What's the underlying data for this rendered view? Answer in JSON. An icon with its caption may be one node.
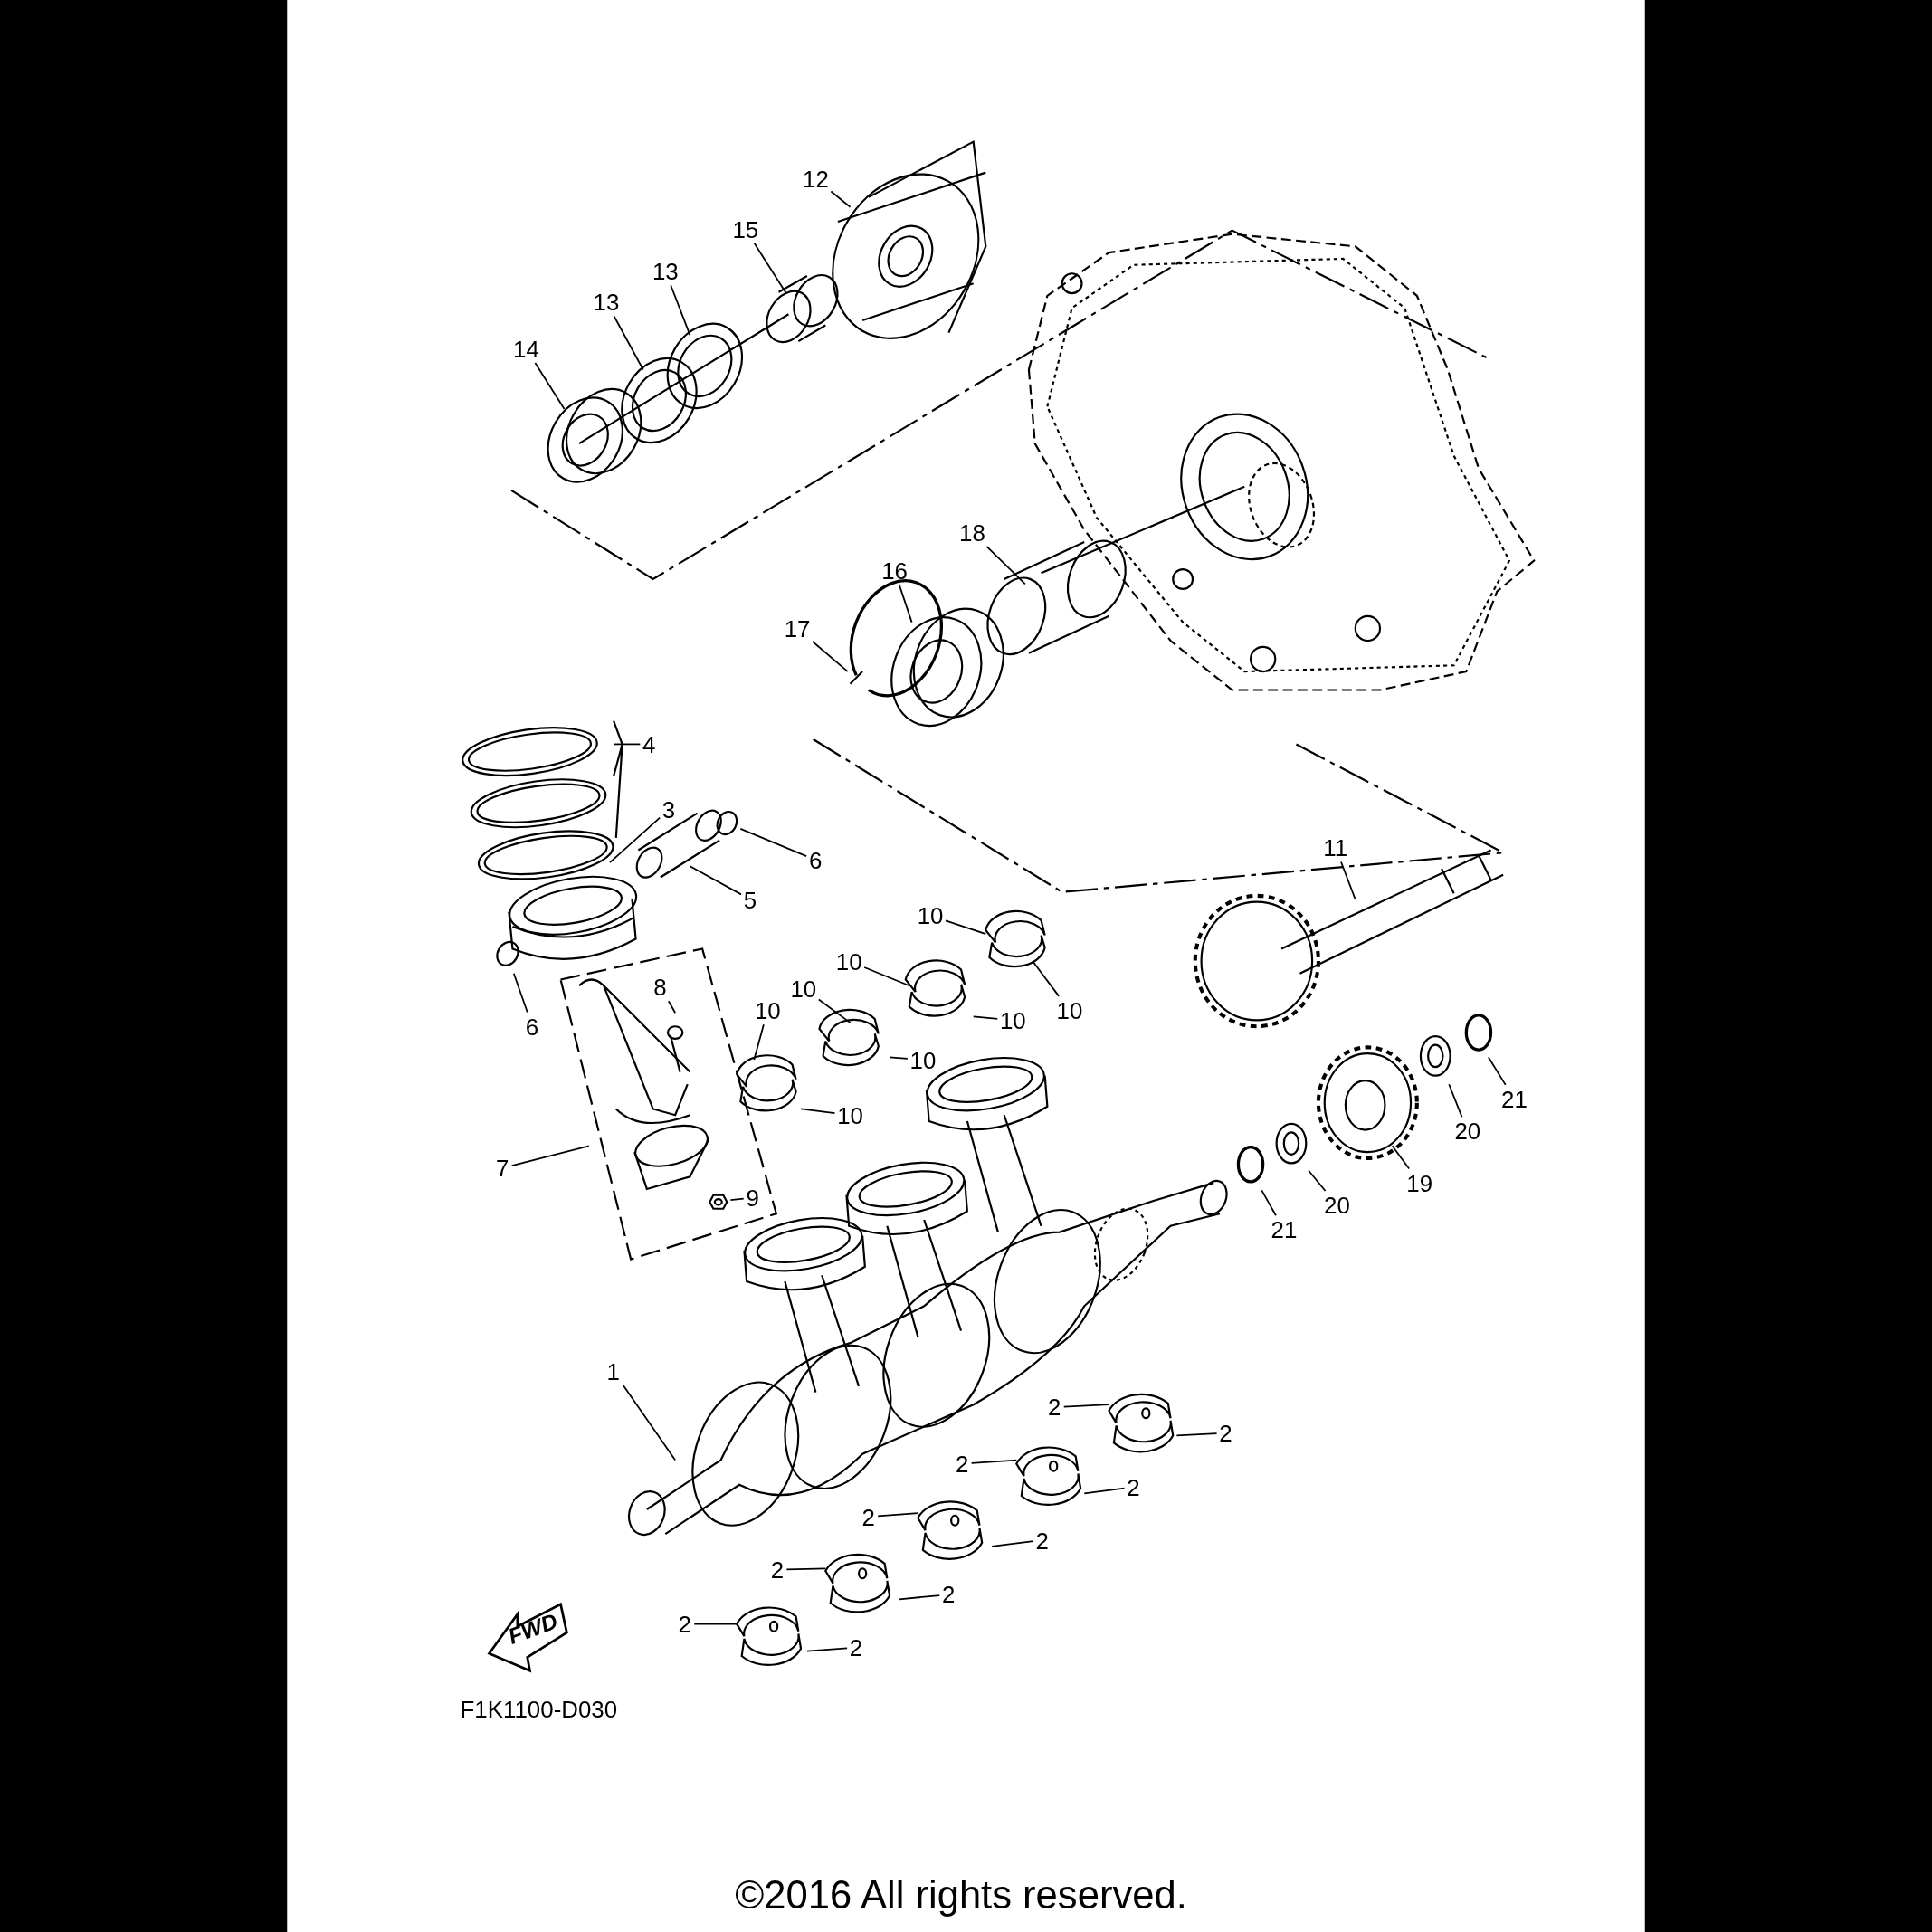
{
  "diagram": {
    "nodes": [
      {
        "text": [
          "12"
        ]
      },
      {
        "text": [
          "15"
        ]
      },
      {
        "text": [
          "13"
        ]
      },
      {
        "text": [
          "13"
        ]
      },
      {
        "text": [
          "14"
        ]
      },
      {
        "text": [
          "18"
        ]
      },
      {
        "text": [
          "16"
        ]
      },
      {
        "text": [
          "17"
        ]
      },
      {
        "text": [
          "4"
        ]
      },
      {
        "text": [
          "3"
        ]
      },
      {
        "text": [
          "6"
        ]
      },
      {
        "text": [
          "5"
        ]
      },
      {
        "text": [
          "11"
        ]
      },
      {
        "text": [
          "10"
        ]
      },
      {
        "text": [
          "10"
        ]
      },
      {
        "text": [
          "10"
        ]
      },
      {
        "text": [
          "10"
        ]
      },
      {
        "text": [
          "10"
        ]
      },
      {
        "text": [
          "10"
        ]
      },
      {
        "text": [
          "10"
        ]
      },
      {
        "text": [
          "10"
        ]
      },
      {
        "text": [
          "8"
        ]
      },
      {
        "text": [
          "6"
        ]
      },
      {
        "text": [
          "21"
        ]
      },
      {
        "text": [
          "20"
        ]
      },
      {
        "text": [
          "7"
        ]
      },
      {
        "text": [
          "19"
        ]
      },
      {
        "text": [
          "9"
        ]
      },
      {
        "text": [
          "20"
        ]
      },
      {
        "text": [
          "21"
        ]
      },
      {
        "text": [
          "1"
        ]
      },
      {
        "text": [
          "2"
        ]
      },
      {
        "text": [
          "2"
        ]
      },
      {
        "text": [
          "2"
        ]
      },
      {
        "text": [
          "2"
        ]
      },
      {
        "text": [
          "2"
        ]
      },
      {
        "text": [
          "2"
        ]
      },
      {
        "text": [
          "2"
        ]
      },
      {
        "text": [
          "2"
        ]
      },
      {
        "text": [
          "2"
        ]
      },
      {
        "text": [
          "2"
        ]
      },
      {
        "text": [],
        "shape": "circle"
      },
      {
        "text": [],
        "shape": "hexagon"
      }
    ],
    "edges": [
      {
        "from": 0,
        "to": null,
        "arrow": "none"
      },
      {
        "from": 1,
        "to": null,
        "arrow": "none"
      },
      {
        "from": 2,
        "to": null,
        "arrow": "none"
      },
      {
        "from": 3,
        "to": null,
        "arrow": "none"
      },
      {
        "from": 4,
        "to": null,
        "arrow": "none"
      },
      {
        "from": 5,
        "to": null,
        "arrow": "none"
      },
      {
        "from": 6,
        "to": null,
        "arrow": "none"
      },
      {
        "from": 7,
        "to": null,
        "arrow": "none"
      },
      {
        "from": 8,
        "to": null,
        "arrow": "none"
      },
      {
        "from": 9,
        "to": null,
        "arrow": "none"
      },
      {
        "from": 10,
        "to": 41,
        "arrow": "none"
      },
      {
        "from": 11,
        "to": null,
        "arrow": "none"
      },
      {
        "from": 12,
        "to": null,
        "arrow": "none"
      },
      {
        "from": 13,
        "to": null,
        "arrow": "none"
      },
      {
        "from": 14,
        "to": null,
        "arrow": "none"
      },
      {
        "from": 15,
        "to": null,
        "arrow": "none"
      },
      {
        "from": 16,
        "to": null,
        "arrow": "none"
      },
      {
        "from": 17,
        "to": null,
        "arrow": "none"
      },
      {
        "from": 18,
        "to": null,
        "arrow": "none"
      },
      {
        "from": 19,
        "to": null,
        "arrow": "none"
      },
      {
        "from": 20,
        "to": null,
        "arrow": "none"
      },
      {
        "from": 21,
        "to": null,
        "arrow": "none"
      },
      {
        "from": 22,
        "to": null,
        "arrow": "none"
      },
      {
        "from": 23,
        "to": null,
        "arrow": "none"
      },
      {
        "from": 24,
        "to": null,
        "arrow": "none"
      },
      {
        "from": 25,
        "to": null,
        "arrow": "none"
      },
      {
        "from": 26,
        "to": null,
        "arrow": "none"
      },
      {
        "from": 27,
        "to": 42,
        "arrow": "none"
      },
      {
        "from": 28,
        "to": null,
        "arrow": "none"
      },
      {
        "from": 29,
        "to": null,
        "arrow": "none"
      },
      {
        "from": 30,
        "to": null,
        "arrow": "none"
      },
      {
        "from": 31,
        "to": null,
        "arrow": "none"
      },
      {
        "from": 32,
        "to": null,
        "arrow": "none"
      },
      {
        "from": 33,
        "to": null,
        "arrow": "none"
      },
      {
        "from": 34,
        "to": null,
        "arrow": "none"
      },
      {
        "from": 35,
        "to": null,
        "arrow": "none"
      },
      {
        "from": 36,
        "to": null,
        "arrow": "none"
      },
      {
        "from": 37,
        "to": null,
        "arrow": "none"
      },
      {
        "from": 38,
        "to": null,
        "arrow": "none"
      },
      {
        "from": 39,
        "to": null,
        "arrow": "none"
      },
      {
        "from": 40,
        "to": null,
        "arrow": "none"
      }
    ],
    "labels": [
      "FWD",
      "F1K1100-D030",
      "©2016 All rights reserved."
    ]
  }
}
